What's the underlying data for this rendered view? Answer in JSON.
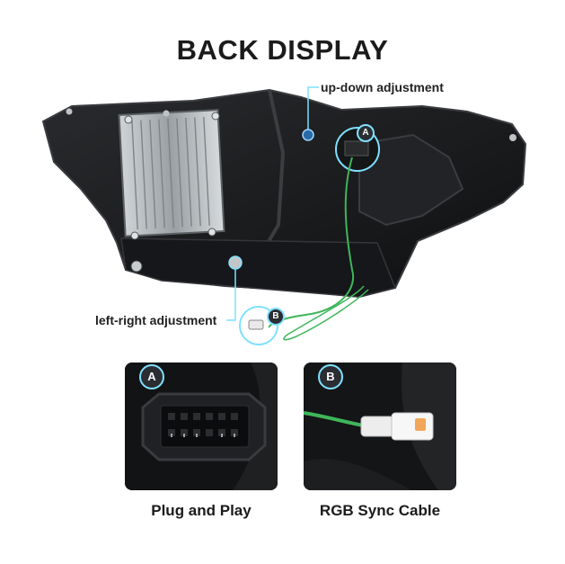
{
  "title": "BACK DISPLAY",
  "callouts": {
    "up_down": "up-down adjustment",
    "left_right": "left-right adjustment"
  },
  "markers": {
    "a": "A",
    "b": "B"
  },
  "panels": [
    {
      "badge": "A",
      "label": "Plug and Play"
    },
    {
      "badge": "B",
      "label": "RGB Sync Cable"
    }
  ],
  "colors": {
    "accent": "#7fe0ff",
    "wire": "#3fb65a",
    "housing": "#1a1b1d"
  }
}
